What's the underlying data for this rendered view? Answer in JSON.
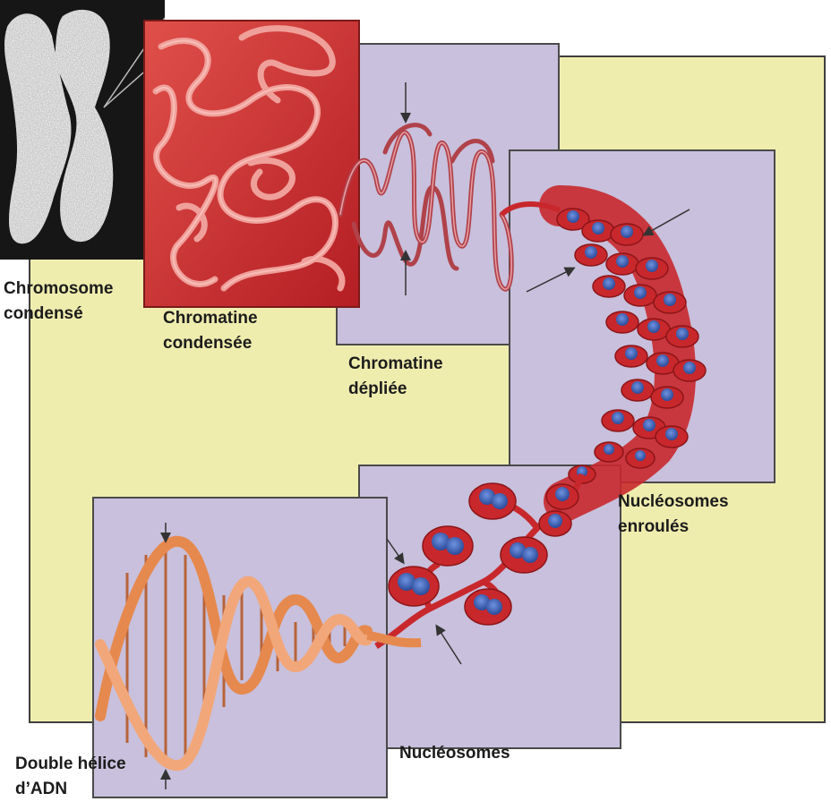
{
  "labels": {
    "chromosome": [
      "Chromosome",
      "condensé"
    ],
    "chromatin_condensed": [
      "Chromatine",
      "condensée"
    ],
    "chromatin_unfolded": [
      "Chromatine",
      "dépliée"
    ],
    "nucleosomes_coiled": [
      "Nucléosomes",
      "enroulés"
    ],
    "nucleosomes": [
      "Nucléosomes"
    ],
    "double_helix": [
      "Double hélice",
      "d’ADN"
    ]
  },
  "colors": {
    "background_panel": "#efedae",
    "purple_panel": "#c8c0dc",
    "chromatin_red": "#c8282c",
    "nucleosome_blue": "#3d62b8",
    "dna_orange": "#e6894e",
    "chromosome_dark": "#1a1a1a"
  }
}
